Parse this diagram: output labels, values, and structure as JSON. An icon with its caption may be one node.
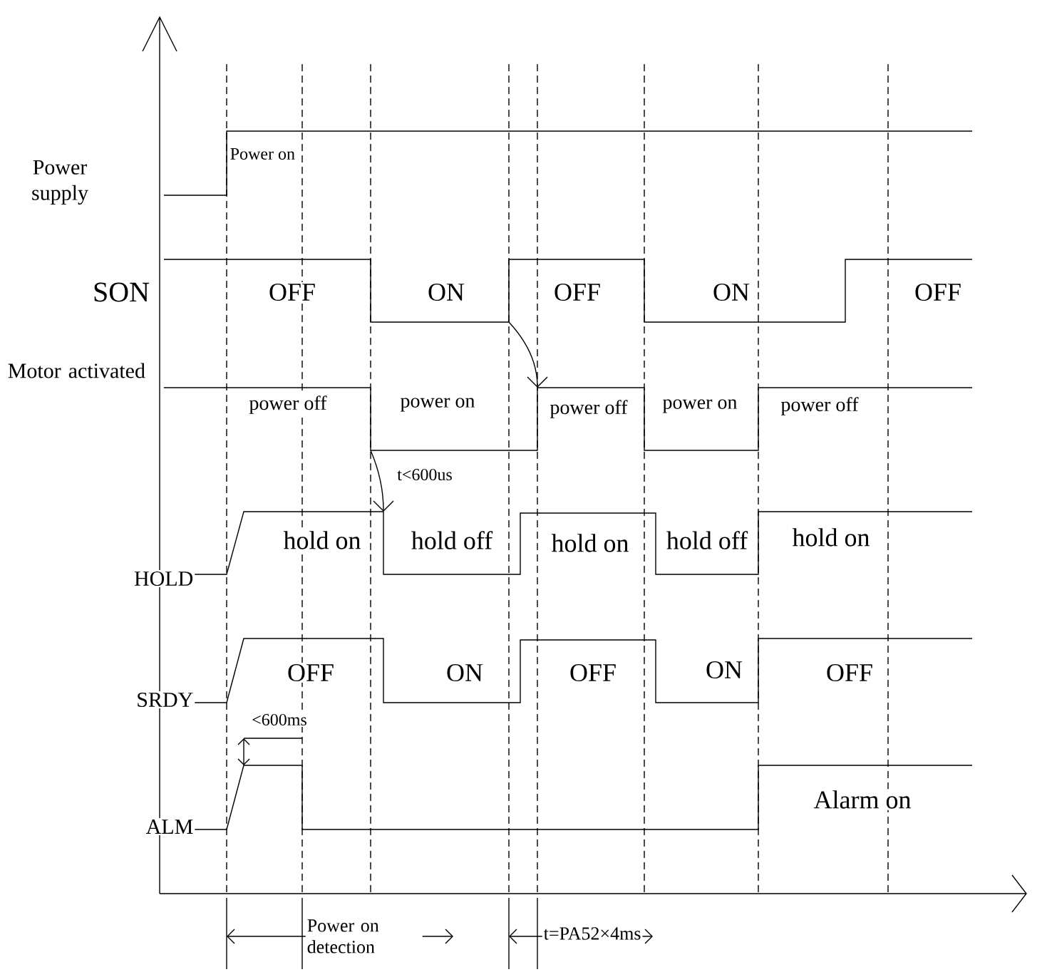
{
  "diagram": {
    "labels": [
      "Power supply",
      "Power on",
      "SON",
      "OFF",
      "ON",
      "OFF",
      "ON",
      "OFF",
      "Motor activated",
      "power off",
      "power on",
      "power off",
      "power on",
      "power off",
      "t<600us",
      "hold on",
      "hold off",
      "hold on",
      "hold off",
      "hold on",
      "HOLD",
      "OFF",
      "ON",
      "OFF",
      "ON",
      "OFF",
      "SRDY",
      "<600ms",
      "ALM",
      "Alarm on",
      "Power on detection",
      "t=PA52×4ms"
    ]
  }
}
